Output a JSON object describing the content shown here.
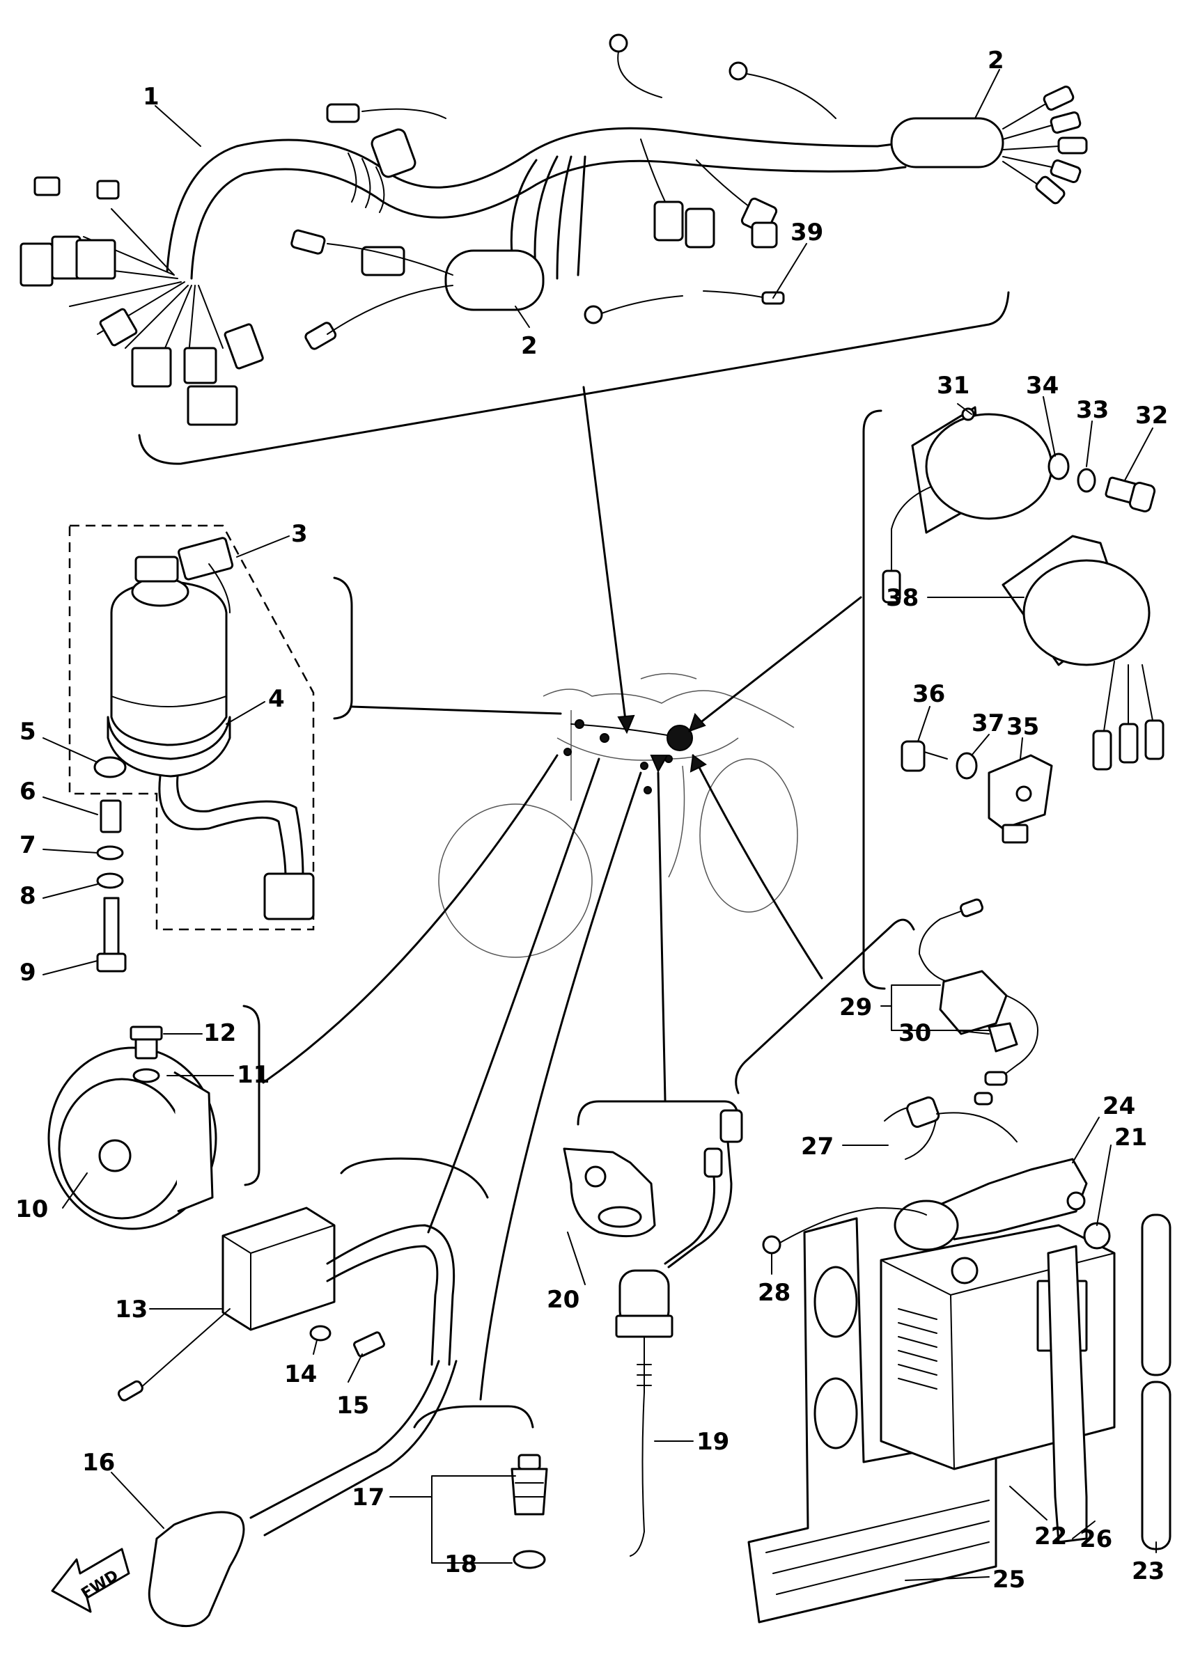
{
  "callouts": [
    {
      "id": "1",
      "label": "1"
    },
    {
      "id": "2a",
      "label": "2"
    },
    {
      "id": "2b",
      "label": "2"
    },
    {
      "id": "3",
      "label": "3"
    },
    {
      "id": "4",
      "label": "4"
    },
    {
      "id": "5",
      "label": "5"
    },
    {
      "id": "6",
      "label": "6"
    },
    {
      "id": "7",
      "label": "7"
    },
    {
      "id": "8",
      "label": "8"
    },
    {
      "id": "9",
      "label": "9"
    },
    {
      "id": "10",
      "label": "10"
    },
    {
      "id": "11",
      "label": "11"
    },
    {
      "id": "12",
      "label": "12"
    },
    {
      "id": "13",
      "label": "13"
    },
    {
      "id": "14",
      "label": "14"
    },
    {
      "id": "15",
      "label": "15"
    },
    {
      "id": "16",
      "label": "16"
    },
    {
      "id": "17",
      "label": "17"
    },
    {
      "id": "18",
      "label": "18"
    },
    {
      "id": "19",
      "label": "19"
    },
    {
      "id": "20",
      "label": "20"
    },
    {
      "id": "21",
      "label": "21"
    },
    {
      "id": "22",
      "label": "22"
    },
    {
      "id": "23",
      "label": "23"
    },
    {
      "id": "24",
      "label": "24"
    },
    {
      "id": "25",
      "label": "25"
    },
    {
      "id": "26",
      "label": "26"
    },
    {
      "id": "27",
      "label": "27"
    },
    {
      "id": "28",
      "label": "28"
    },
    {
      "id": "29",
      "label": "29"
    },
    {
      "id": "30",
      "label": "30"
    },
    {
      "id": "31",
      "label": "31"
    },
    {
      "id": "32",
      "label": "32"
    },
    {
      "id": "33",
      "label": "33"
    },
    {
      "id": "34",
      "label": "34"
    },
    {
      "id": "35",
      "label": "35"
    },
    {
      "id": "36",
      "label": "36"
    },
    {
      "id": "37",
      "label": "37"
    },
    {
      "id": "38",
      "label": "38"
    },
    {
      "id": "39",
      "label": "39"
    }
  ],
  "fwd_label": "FWD",
  "colors": {
    "ink": "#000000",
    "paper": "#ffffff"
  }
}
